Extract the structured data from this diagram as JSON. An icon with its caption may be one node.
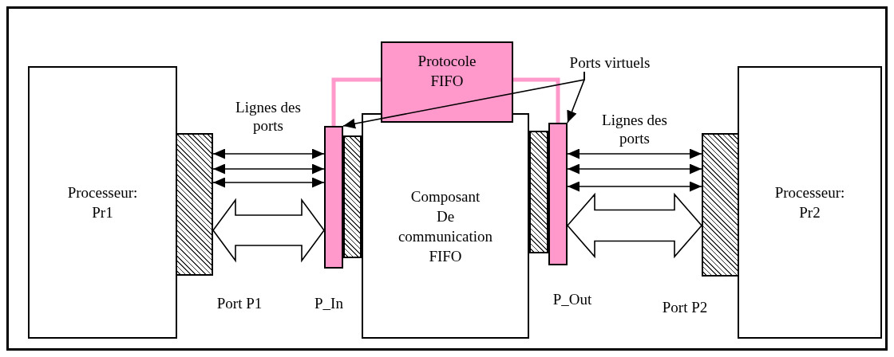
{
  "diagram": {
    "nodes": [
      {
        "text": [
          "Processeur: Pr1"
        ]
      },
      {
        "text": [],
        "shape": "bar",
        "beside": [
          "Port P1"
        ]
      },
      {
        "text": [],
        "shape": "bar",
        "beside": [
          "P_In"
        ]
      },
      {
        "text": [],
        "shape": "bar"
      },
      {
        "text": [
          "Composant De communication FIFO"
        ]
      },
      {
        "text": [],
        "shape": "bar"
      },
      {
        "text": [],
        "shape": "bar",
        "beside": [
          "P_Out"
        ]
      },
      {
        "text": [],
        "shape": "bar",
        "beside": [
          "Port P2"
        ]
      },
      {
        "text": [
          "Processeur: Pr2"
        ]
      },
      {
        "text": [
          "Protocole FIFO"
        ]
      },
      {
        "text": [
          "Ports virtuels"
        ]
      }
    ],
    "edges": [
      {
        "from": 1,
        "to": 2,
        "arrow": "both"
      },
      {
        "from": 1,
        "to": 2,
        "arrow": "both"
      },
      {
        "from": 1,
        "to": 2,
        "arrow": "both"
      },
      {
        "from": 1,
        "to": 2,
        "arrow": "both",
        "style": "thick"
      },
      {
        "from": 6,
        "to": 7,
        "arrow": "both"
      },
      {
        "from": 6,
        "to": 7,
        "arrow": "both"
      },
      {
        "from": 6,
        "to": 7,
        "arrow": "both"
      },
      {
        "from": 6,
        "to": 7,
        "arrow": "both",
        "style": "thick"
      },
      {
        "from": 9,
        "to": 2,
        "arrow": "none",
        "style": "thick",
        "color": "#ff99cc"
      },
      {
        "from": 9,
        "to": 6,
        "arrow": "none",
        "style": "thick",
        "color": "#ff99cc"
      },
      {
        "from": 10,
        "to": 2,
        "arrow": "to"
      },
      {
        "from": 10,
        "to": 6,
        "arrow": "to"
      }
    ],
    "labels": [
      "Lignes des ports",
      "Lignes des ports"
    ]
  }
}
